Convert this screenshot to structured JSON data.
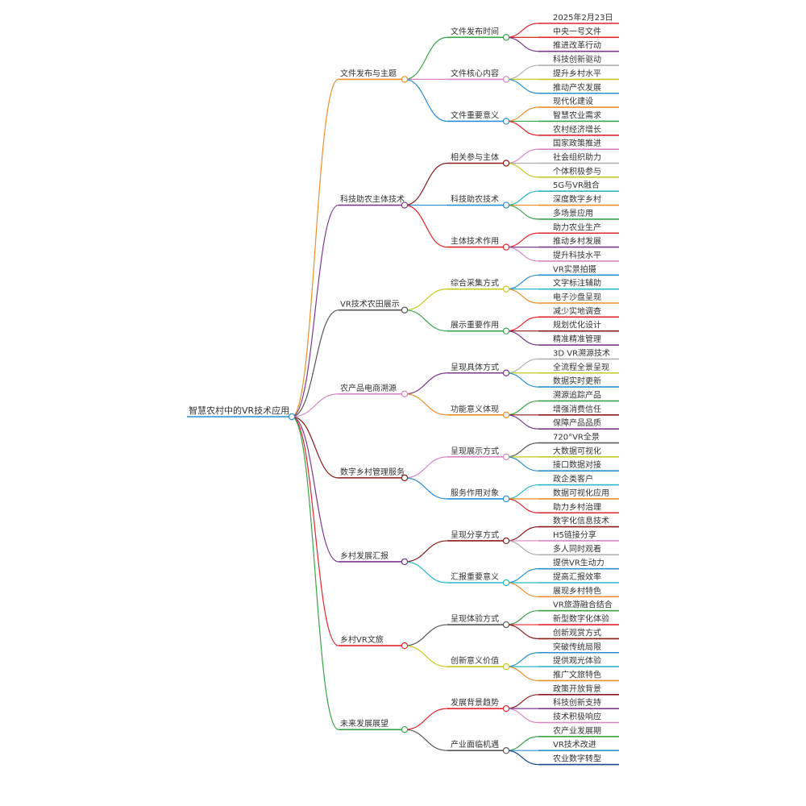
{
  "root": {
    "label": "智慧农村中的VR技术应用"
  },
  "branches": [
    {
      "label": "文件发布与主题",
      "color": "#e8912a",
      "children": [
        {
          "label": "文件发布时间",
          "color": "#3aa34a",
          "children": [
            {
              "label": "2025年2月23日",
              "color": "#e0262d"
            },
            {
              "label": "中央一号文件",
              "color": "#e0262d"
            },
            {
              "label": "推进改革行动",
              "color": "#7c3a8d"
            }
          ]
        },
        {
          "label": "文件核心内容",
          "color": "#d886c4",
          "children": [
            {
              "label": "科技创新驱动",
              "color": "#b0b0b0"
            },
            {
              "label": "提升乡村水平",
              "color": "#c8c820"
            },
            {
              "label": "推动产农发展",
              "color": "#2a8fd0"
            }
          ]
        },
        {
          "label": "文件重要意义",
          "color": "#2a8fd0",
          "children": [
            {
              "label": "现代化建设",
              "color": "#e8912a"
            },
            {
              "label": "智慧农业需求",
              "color": "#3aa34a"
            },
            {
              "label": "农村经济增长",
              "color": "#e0262d"
            }
          ]
        }
      ]
    },
    {
      "label": "科技助农主体技术",
      "color": "#7c3a8d",
      "children": [
        {
          "label": "相关参与主体",
          "color": "#8b1a1a",
          "children": [
            {
              "label": "国家政策推进",
              "color": "#d886c4"
            },
            {
              "label": "社会组织助力",
              "color": "#b0b0b0"
            },
            {
              "label": "个体积极参与",
              "color": "#c8c820"
            }
          ]
        },
        {
          "label": "科技助农技术",
          "color": "#2a8fd0",
          "children": [
            {
              "label": "5G与VR融合",
              "color": "#29b8c8"
            },
            {
              "label": "深度数字乡村",
              "color": "#e8912a"
            },
            {
              "label": "多场景应用",
              "color": "#3aa34a"
            }
          ]
        },
        {
          "label": "主体技术作用",
          "color": "#e0262d",
          "children": [
            {
              "label": "助力农业生产",
              "color": "#e0262d"
            },
            {
              "label": "推动乡村发展",
              "color": "#7c3a8d"
            },
            {
              "label": "提升科技水平",
              "color": "#d886c4"
            }
          ]
        }
      ]
    },
    {
      "label": "VR技术农田展示",
      "color": "#555555",
      "children": [
        {
          "label": "综合采集方式",
          "color": "#c8c820",
          "children": [
            {
              "label": "VR实景拍摄",
              "color": "#2a8fd0"
            },
            {
              "label": "文字标注辅助",
              "color": "#29b8c8"
            },
            {
              "label": "电子沙盘呈现",
              "color": "#e8912a"
            }
          ]
        },
        {
          "label": "展示重要作用",
          "color": "#3aa34a",
          "children": [
            {
              "label": "减少实地调查",
              "color": "#e0262d"
            },
            {
              "label": "规划优化设计",
              "color": "#8b1a1a"
            },
            {
              "label": "精准精准管理",
              "color": "#7c3a8d"
            }
          ]
        }
      ]
    },
    {
      "label": "农产品电商溯源",
      "color": "#d886c4",
      "children": [
        {
          "label": "呈现具体方式",
          "color": "#7c3a8d",
          "children": [
            {
              "label": "3D VR溯源技术",
              "color": "#b0b0b0"
            },
            {
              "label": "全流程全景呈现",
              "color": "#c8c820"
            },
            {
              "label": "数据实时更新",
              "color": "#2a8fd0"
            }
          ]
        },
        {
          "label": "功能意义体现",
          "color": "#e8912a",
          "children": [
            {
              "label": "溯源追踪产品",
              "color": "#3aa34a"
            },
            {
              "label": "增强消费信任",
              "color": "#8b1a1a"
            },
            {
              "label": "保障产品品质",
              "color": "#7c3a8d"
            }
          ]
        }
      ]
    },
    {
      "label": "数字乡村管理服务",
      "color": "#8b1a1a",
      "children": [
        {
          "label": "呈现展示方式",
          "color": "#d886c4",
          "children": [
            {
              "label": "720°VR全景",
              "color": "#555555"
            },
            {
              "label": "大数据可视化",
              "color": "#c8c820"
            },
            {
              "label": "接口数据对接",
              "color": "#2a8fd0"
            }
          ]
        },
        {
          "label": "服务作用对象",
          "color": "#2a8fd0",
          "children": [
            {
              "label": "政企类客户",
              "color": "#29b8c8"
            },
            {
              "label": "数据可视化应用",
              "color": "#e8912a"
            },
            {
              "label": "助力乡村治理",
              "color": "#e0262d"
            }
          ]
        }
      ]
    },
    {
      "label": "乡村发展汇报",
      "color": "#7c3a8d",
      "children": [
        {
          "label": "呈现分享方式",
          "color": "#8b1a1a",
          "children": [
            {
              "label": "数字化信息技术",
              "color": "#8b1a1a"
            },
            {
              "label": "H5链接分享",
              "color": "#d886c4"
            },
            {
              "label": "多人同时观看",
              "color": "#b0b0b0"
            }
          ]
        },
        {
          "label": "汇报重要意义",
          "color": "#29b8c8",
          "children": [
            {
              "label": "提供VR生动力",
              "color": "#2a8fd0"
            },
            {
              "label": "提高汇报效率",
              "color": "#29b8c8"
            },
            {
              "label": "展现乡村特色",
              "color": "#e8912a"
            }
          ]
        }
      ]
    },
    {
      "label": "乡村VR文旅",
      "color": "#e0262d",
      "children": [
        {
          "label": "呈现体验方式",
          "color": "#555555",
          "children": [
            {
              "label": "VR旅游融合结合",
              "color": "#3aa34a"
            },
            {
              "label": "新型数字化体验",
              "color": "#e0262d"
            },
            {
              "label": "创新观赏方式",
              "color": "#8b1a1a"
            }
          ]
        },
        {
          "label": "创新意义价值",
          "color": "#c8c820",
          "children": [
            {
              "label": "突破传统局限",
              "color": "#2a8fd0"
            },
            {
              "label": "提供观光体验",
              "color": "#29b8c8"
            },
            {
              "label": "推广文旅特色",
              "color": "#e8912a"
            }
          ]
        }
      ]
    },
    {
      "label": "未来发展展望",
      "color": "#3aa34a",
      "children": [
        {
          "label": "发展背景趋势",
          "color": "#e0262d",
          "children": [
            {
              "label": "政策开放背景",
              "color": "#8b1a1a"
            },
            {
              "label": "科技创新支持",
              "color": "#7c3a8d"
            },
            {
              "label": "技术积极响应",
              "color": "#d886c4"
            }
          ]
        },
        {
          "label": "产业面临机遇",
          "color": "#555555",
          "children": [
            {
              "label": "农产业发展期",
              "color": "#3aa34a"
            },
            {
              "label": "VR技术改进",
              "color": "#2a8fd0"
            },
            {
              "label": "农业数字转型",
              "color": "#1a4a8b"
            }
          ]
        }
      ]
    }
  ]
}
